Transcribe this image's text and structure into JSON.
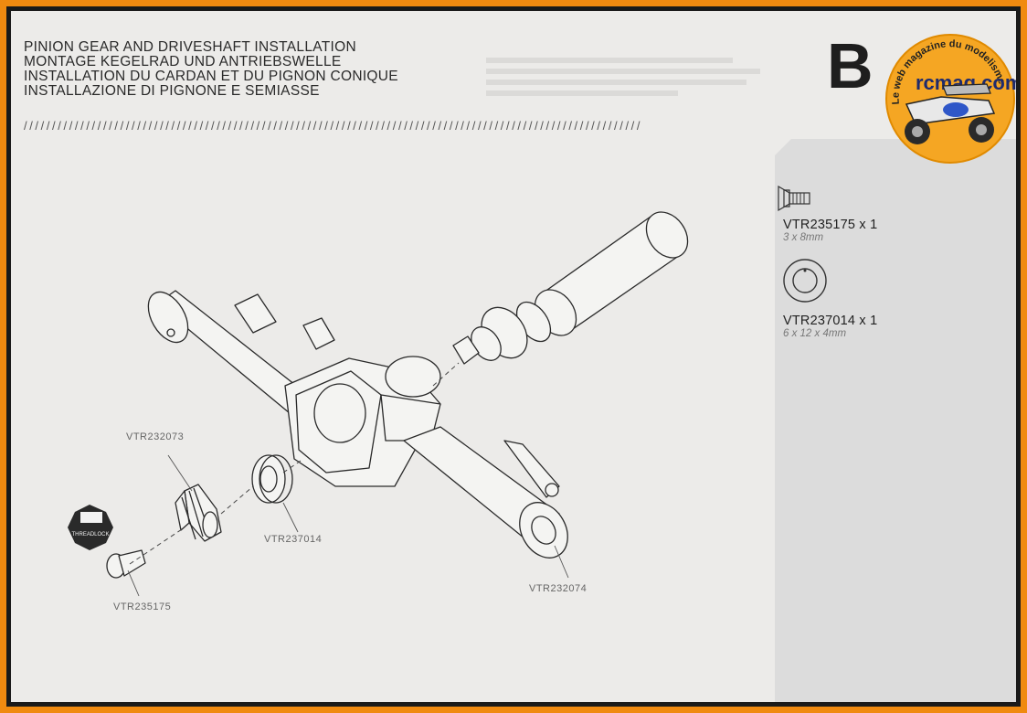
{
  "header": {
    "titles": [
      "PINION GEAR AND DRIVESHAFT INSTALLATION",
      "MONTAGE KEGELRAD UND ANTRIEBSWELLE",
      "INSTALLATION DU CARDAN ET DU PIGNON CONIQUE",
      "INSTALLAZIONE DI PIGNONE E SEMIASSE"
    ],
    "slashes": "/////////////////////////////////////////////////////////////////////////////////////////////////////////////",
    "step_label": "B"
  },
  "parts_list": [
    {
      "code": "VTR235175 x 1",
      "size": "3 x 8mm",
      "icon": "screw-icon"
    },
    {
      "code": "VTR237014 x 1",
      "size": "6 x 12 x 4mm",
      "icon": "bearing-icon"
    }
  ],
  "callouts": {
    "pinion_gear": "VTR232073",
    "bearing": "VTR237014",
    "screw": "VTR235175",
    "driveshaft": "VTR232074",
    "threadlock": "THREADLOCK"
  },
  "watermark": {
    "arc_text": "Le web magazine du modelisme",
    "brand": "rcmag.com"
  },
  "colors": {
    "frame": "#f08a10",
    "logo_bg": "#f5a623",
    "logo_text": "#1f2b6d",
    "paper": "#ecebe9",
    "panel": "#dcdcdc"
  }
}
